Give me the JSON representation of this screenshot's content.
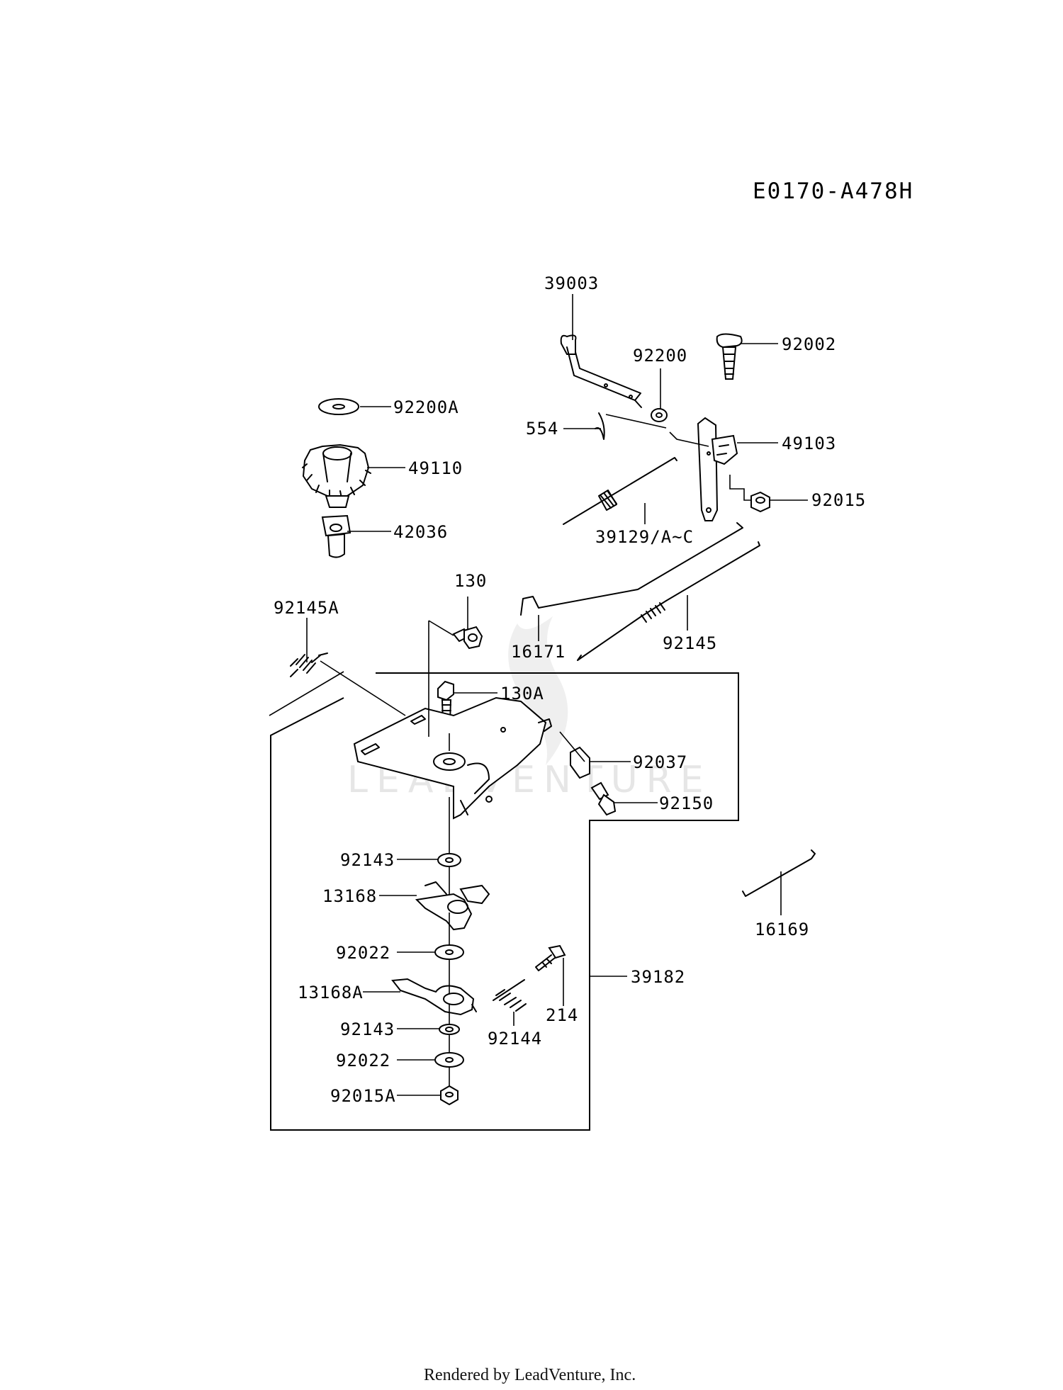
{
  "diagram_code": "E0170-A478H",
  "watermark": "LEADVENTURE",
  "footer": "Rendered by LeadVenture, Inc.",
  "parts": [
    {
      "id": "p39003",
      "label": "39003"
    },
    {
      "id": "p92200",
      "label": "92200"
    },
    {
      "id": "p92002",
      "label": "92002"
    },
    {
      "id": "p92200A",
      "label": "92200A"
    },
    {
      "id": "p554",
      "label": "554"
    },
    {
      "id": "p49103",
      "label": "49103"
    },
    {
      "id": "p49110",
      "label": "49110"
    },
    {
      "id": "p92015",
      "label": "92015"
    },
    {
      "id": "p42036",
      "label": "42036"
    },
    {
      "id": "p39129",
      "label": "39129/A~C"
    },
    {
      "id": "p130",
      "label": "130"
    },
    {
      "id": "p92145A",
      "label": "92145A"
    },
    {
      "id": "p16171",
      "label": "16171"
    },
    {
      "id": "p92145",
      "label": "92145"
    },
    {
      "id": "p130A",
      "label": "130A"
    },
    {
      "id": "p92037",
      "label": "92037"
    },
    {
      "id": "p92150",
      "label": "92150"
    },
    {
      "id": "p92143a",
      "label": "92143"
    },
    {
      "id": "p13168",
      "label": "13168"
    },
    {
      "id": "p16169",
      "label": "16169"
    },
    {
      "id": "p92022a",
      "label": "92022"
    },
    {
      "id": "p39182",
      "label": "39182"
    },
    {
      "id": "p13168A",
      "label": "13168A"
    },
    {
      "id": "p214",
      "label": "214"
    },
    {
      "id": "p92143b",
      "label": "92143"
    },
    {
      "id": "p92144",
      "label": "92144"
    },
    {
      "id": "p92022b",
      "label": "92022"
    },
    {
      "id": "p92015A",
      "label": "92015A"
    }
  ]
}
